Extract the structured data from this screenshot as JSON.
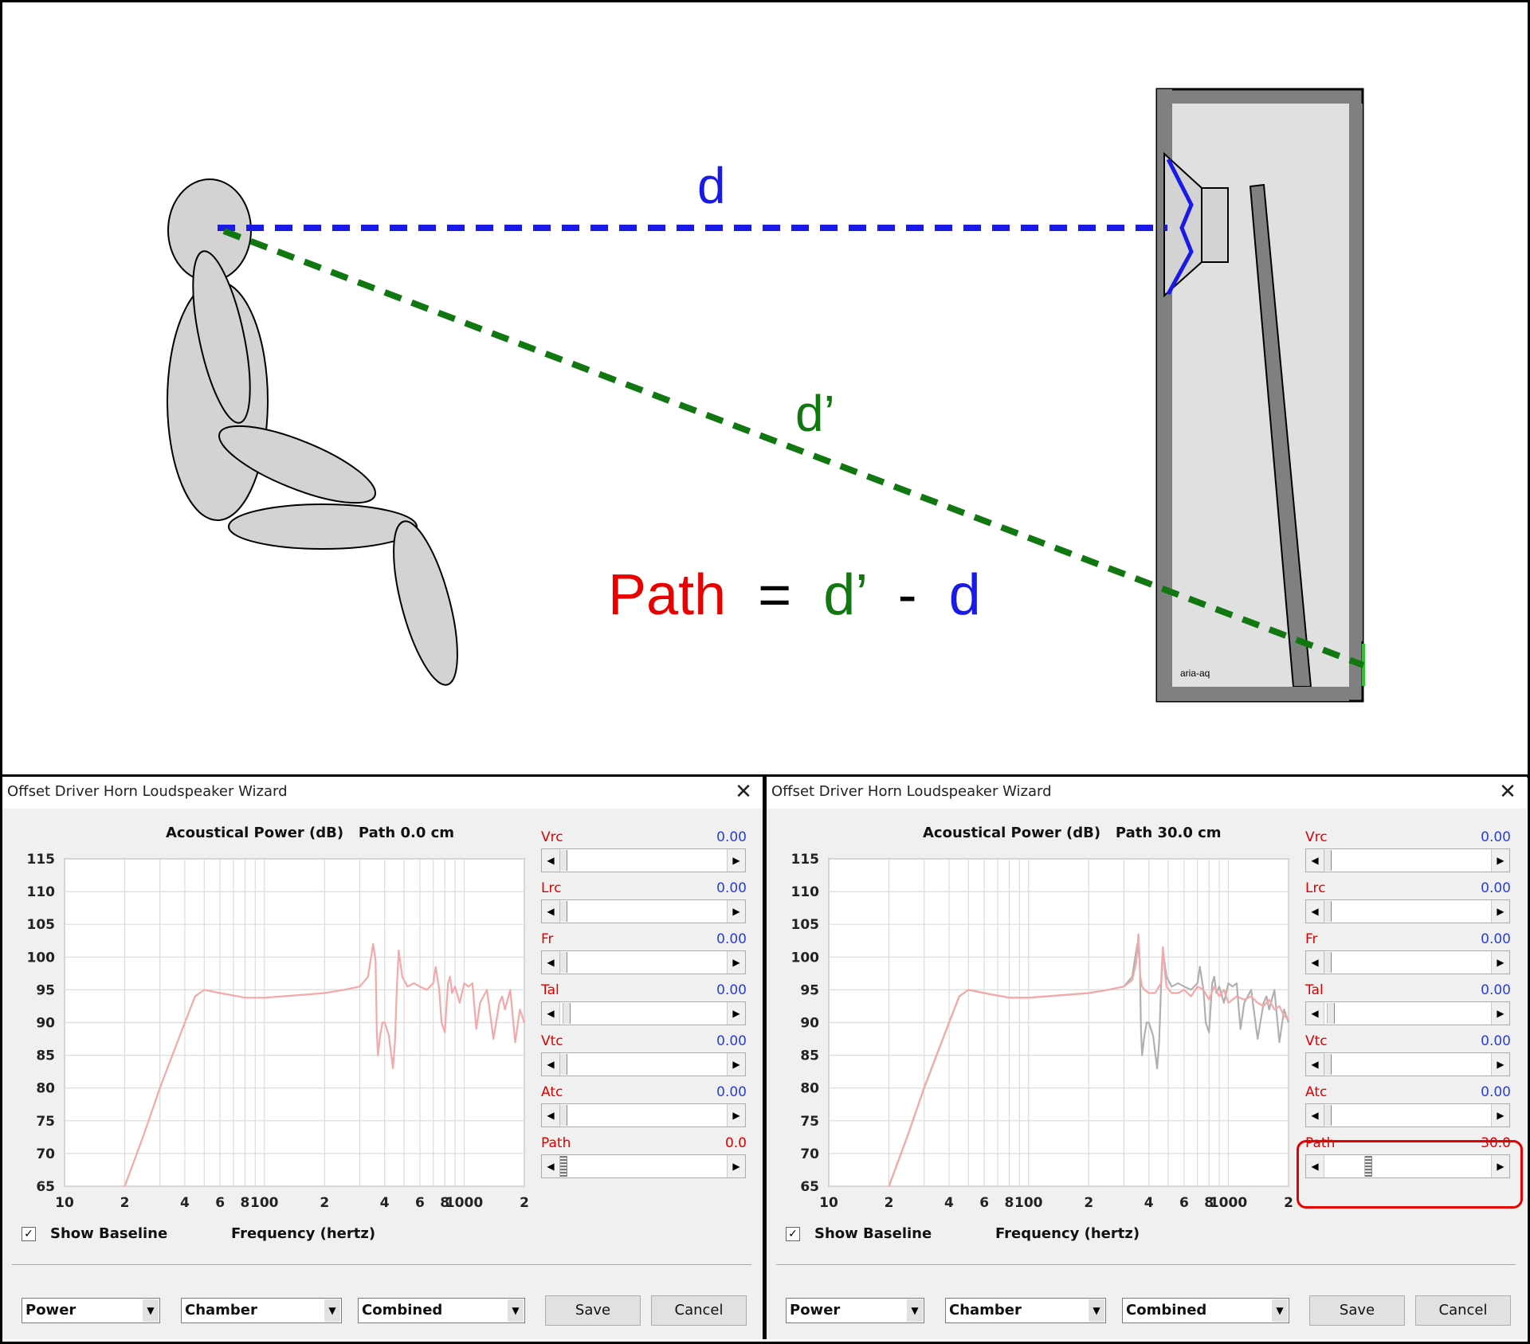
{
  "diagram": {
    "d_label": "d",
    "dprime_label": "d’",
    "formula": {
      "path": "Path",
      "eq": "=",
      "dprime": "d’",
      "minus": "-",
      "d": "d"
    },
    "watermark": "aria-aq",
    "colors": {
      "direct": "#1a1ae6",
      "reflected": "#117711",
      "path": "#e80000",
      "figure": "#d3d3d3",
      "cabinet": "#808080"
    }
  },
  "dialogs": [
    {
      "title": "Offset Driver Horn Loudspeaker Wizard",
      "chart_title": "Acoustical Power (dB)   Path 0.0 cm",
      "show_baseline_label": "Show Baseline",
      "show_baseline_checked": true,
      "sliders": [
        {
          "label": "Vrc",
          "value": "0.00",
          "fraction": 0.0
        },
        {
          "label": "Lrc",
          "value": "0.00",
          "fraction": 0.0
        },
        {
          "label": "Fr",
          "value": "0.00",
          "fraction": 0.0
        },
        {
          "label": "Tal",
          "value": "0.00",
          "fraction": 0.02
        },
        {
          "label": "Vtc",
          "value": "0.00",
          "fraction": 0.0
        },
        {
          "label": "Atc",
          "value": "0.00",
          "fraction": 0.0
        },
        {
          "label": "Path",
          "value": "0.0",
          "fraction": 0.0
        }
      ],
      "combos": [
        "Power",
        "Chamber",
        "Combined"
      ],
      "save_label": "Save",
      "cancel_label": "Cancel",
      "path_highlighted": false
    },
    {
      "title": "Offset Driver Horn Loudspeaker Wizard",
      "chart_title": "Acoustical Power (dB)   Path 30.0 cm",
      "show_baseline_label": "Show Baseline",
      "show_baseline_checked": true,
      "sliders": [
        {
          "label": "Vrc",
          "value": "0.00",
          "fraction": 0.0
        },
        {
          "label": "Lrc",
          "value": "0.00",
          "fraction": 0.0
        },
        {
          "label": "Fr",
          "value": "0.00",
          "fraction": 0.0
        },
        {
          "label": "Tal",
          "value": "0.00",
          "fraction": 0.02
        },
        {
          "label": "Vtc",
          "value": "0.00",
          "fraction": 0.0
        },
        {
          "label": "Atc",
          "value": "0.00",
          "fraction": 0.0
        },
        {
          "label": "Path",
          "value": "30.0",
          "fraction": 0.25
        }
      ],
      "combos": [
        "Power",
        "Chamber",
        "Combined"
      ],
      "save_label": "Save",
      "cancel_label": "Cancel",
      "path_highlighted": true
    }
  ],
  "chart_data": [
    {
      "type": "line",
      "title": "Acoustical Power (dB)   Path 0.0 cm",
      "xlabel": "Frequency (hertz)",
      "ylabel": "",
      "xscale": "log",
      "xlim": [
        10,
        2000
      ],
      "ylim": [
        65,
        115
      ],
      "yticks": [
        65,
        70,
        75,
        80,
        85,
        90,
        95,
        100,
        105,
        110,
        115
      ],
      "xtick_labels": [
        "10",
        "2",
        "4",
        "6",
        "8",
        "100",
        "2",
        "4",
        "6",
        "8",
        "1000",
        "2"
      ],
      "grid": true,
      "series": [
        {
          "color": "#f4a8a8",
          "x": [
            20,
            25,
            30,
            40,
            45,
            50,
            60,
            80,
            100,
            150,
            200,
            250,
            300,
            330,
            350,
            360,
            365,
            370,
            380,
            390,
            400,
            420,
            440,
            450,
            460,
            470,
            490,
            520,
            560,
            600,
            650,
            700,
            720,
            750,
            770,
            800,
            830,
            850,
            870,
            900,
            950,
            1000,
            1050,
            1100,
            1150,
            1200,
            1300,
            1400,
            1500,
            1550,
            1600,
            1700,
            1800,
            1900,
            2000
          ],
          "y": [
            65,
            73,
            80,
            90,
            94,
            95,
            94.5,
            93.8,
            93.8,
            94.2,
            94.5,
            95,
            95.5,
            97,
            102,
            99.5,
            89,
            85,
            88,
            90,
            90,
            88,
            83,
            87,
            95,
            101,
            97,
            95.5,
            96,
            95.5,
            95,
            96,
            98.5,
            95,
            90,
            88.5,
            96,
            97,
            94.5,
            95.5,
            93,
            96,
            95.5,
            96,
            89,
            93,
            95,
            87.5,
            93,
            94,
            92,
            95,
            87,
            92,
            90
          ]
        }
      ]
    },
    {
      "type": "line",
      "title": "Acoustical Power (dB)   Path 30.0 cm",
      "xlabel": "Frequency (hertz)",
      "ylabel": "",
      "xscale": "log",
      "xlim": [
        10,
        2000
      ],
      "ylim": [
        65,
        115
      ],
      "yticks": [
        65,
        70,
        75,
        80,
        85,
        90,
        95,
        100,
        105,
        110,
        115
      ],
      "xtick_labels": [
        "10",
        "2",
        "4",
        "6",
        "8",
        "100",
        "2",
        "4",
        "6",
        "8",
        "1000",
        "2"
      ],
      "grid": true,
      "series": [
        {
          "color": "#b0b0b0",
          "x": [
            20,
            25,
            30,
            40,
            45,
            50,
            60,
            80,
            100,
            150,
            200,
            250,
            300,
            330,
            350,
            360,
            365,
            370,
            380,
            390,
            400,
            420,
            440,
            450,
            460,
            470,
            490,
            520,
            560,
            600,
            650,
            700,
            720,
            750,
            770,
            800,
            830,
            850,
            870,
            900,
            950,
            1000,
            1050,
            1100,
            1150,
            1200,
            1300,
            1400,
            1500,
            1550,
            1600,
            1700,
            1800,
            1900,
            2000
          ],
          "y": [
            65,
            73,
            80,
            90,
            94,
            95,
            94.5,
            93.8,
            93.8,
            94.2,
            94.5,
            95,
            95.5,
            97,
            102,
            99.5,
            89,
            85,
            88,
            90,
            90,
            88,
            83,
            87,
            95,
            101,
            97,
            95.5,
            96,
            95.5,
            95,
            96,
            98.5,
            95,
            90,
            88.5,
            96,
            97,
            94.5,
            95.5,
            93,
            96,
            95.5,
            96,
            89,
            93,
            95,
            87.5,
            93,
            94,
            92,
            95,
            87,
            92,
            90
          ]
        },
        {
          "color": "#f4a8a8",
          "x": [
            20,
            25,
            30,
            40,
            45,
            50,
            60,
            80,
            100,
            150,
            200,
            250,
            300,
            330,
            345,
            355,
            362,
            370,
            380,
            400,
            430,
            460,
            470,
            480,
            490,
            520,
            560,
            600,
            650,
            700,
            750,
            800,
            850,
            900,
            950,
            1000,
            1100,
            1200,
            1300,
            1400,
            1500,
            1600,
            1700,
            1800,
            1900,
            2000
          ],
          "y": [
            65,
            73,
            80,
            90,
            94,
            95,
            94.5,
            93.8,
            93.8,
            94.2,
            94.5,
            95,
            95.5,
            96.5,
            99,
            103.5,
            97,
            95.5,
            95,
            94.5,
            94.5,
            96,
            101.5,
            98,
            95.5,
            94.5,
            94.5,
            95,
            94,
            95.5,
            95,
            93.5,
            95.5,
            94,
            95,
            93,
            94,
            93.5,
            94,
            93,
            92.5,
            93.5,
            92,
            92.5,
            91,
            90.5
          ]
        }
      ]
    }
  ]
}
